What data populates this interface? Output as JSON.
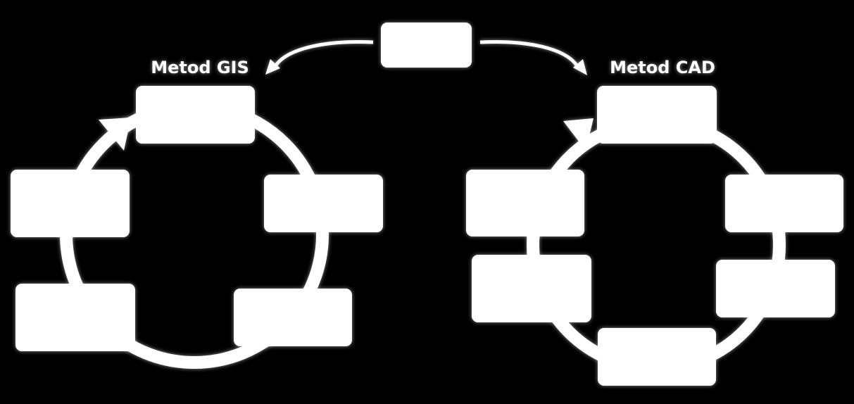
{
  "diagram": {
    "colors": {
      "background": "#000000",
      "foreground": "#ffffff",
      "glow": "#ffffff"
    },
    "labels": {
      "gis": "Metod GIS",
      "cad": "Metod CAD"
    },
    "gis_cycle": {
      "box_count": 5
    },
    "cad_cycle": {
      "box_count": 6
    }
  }
}
